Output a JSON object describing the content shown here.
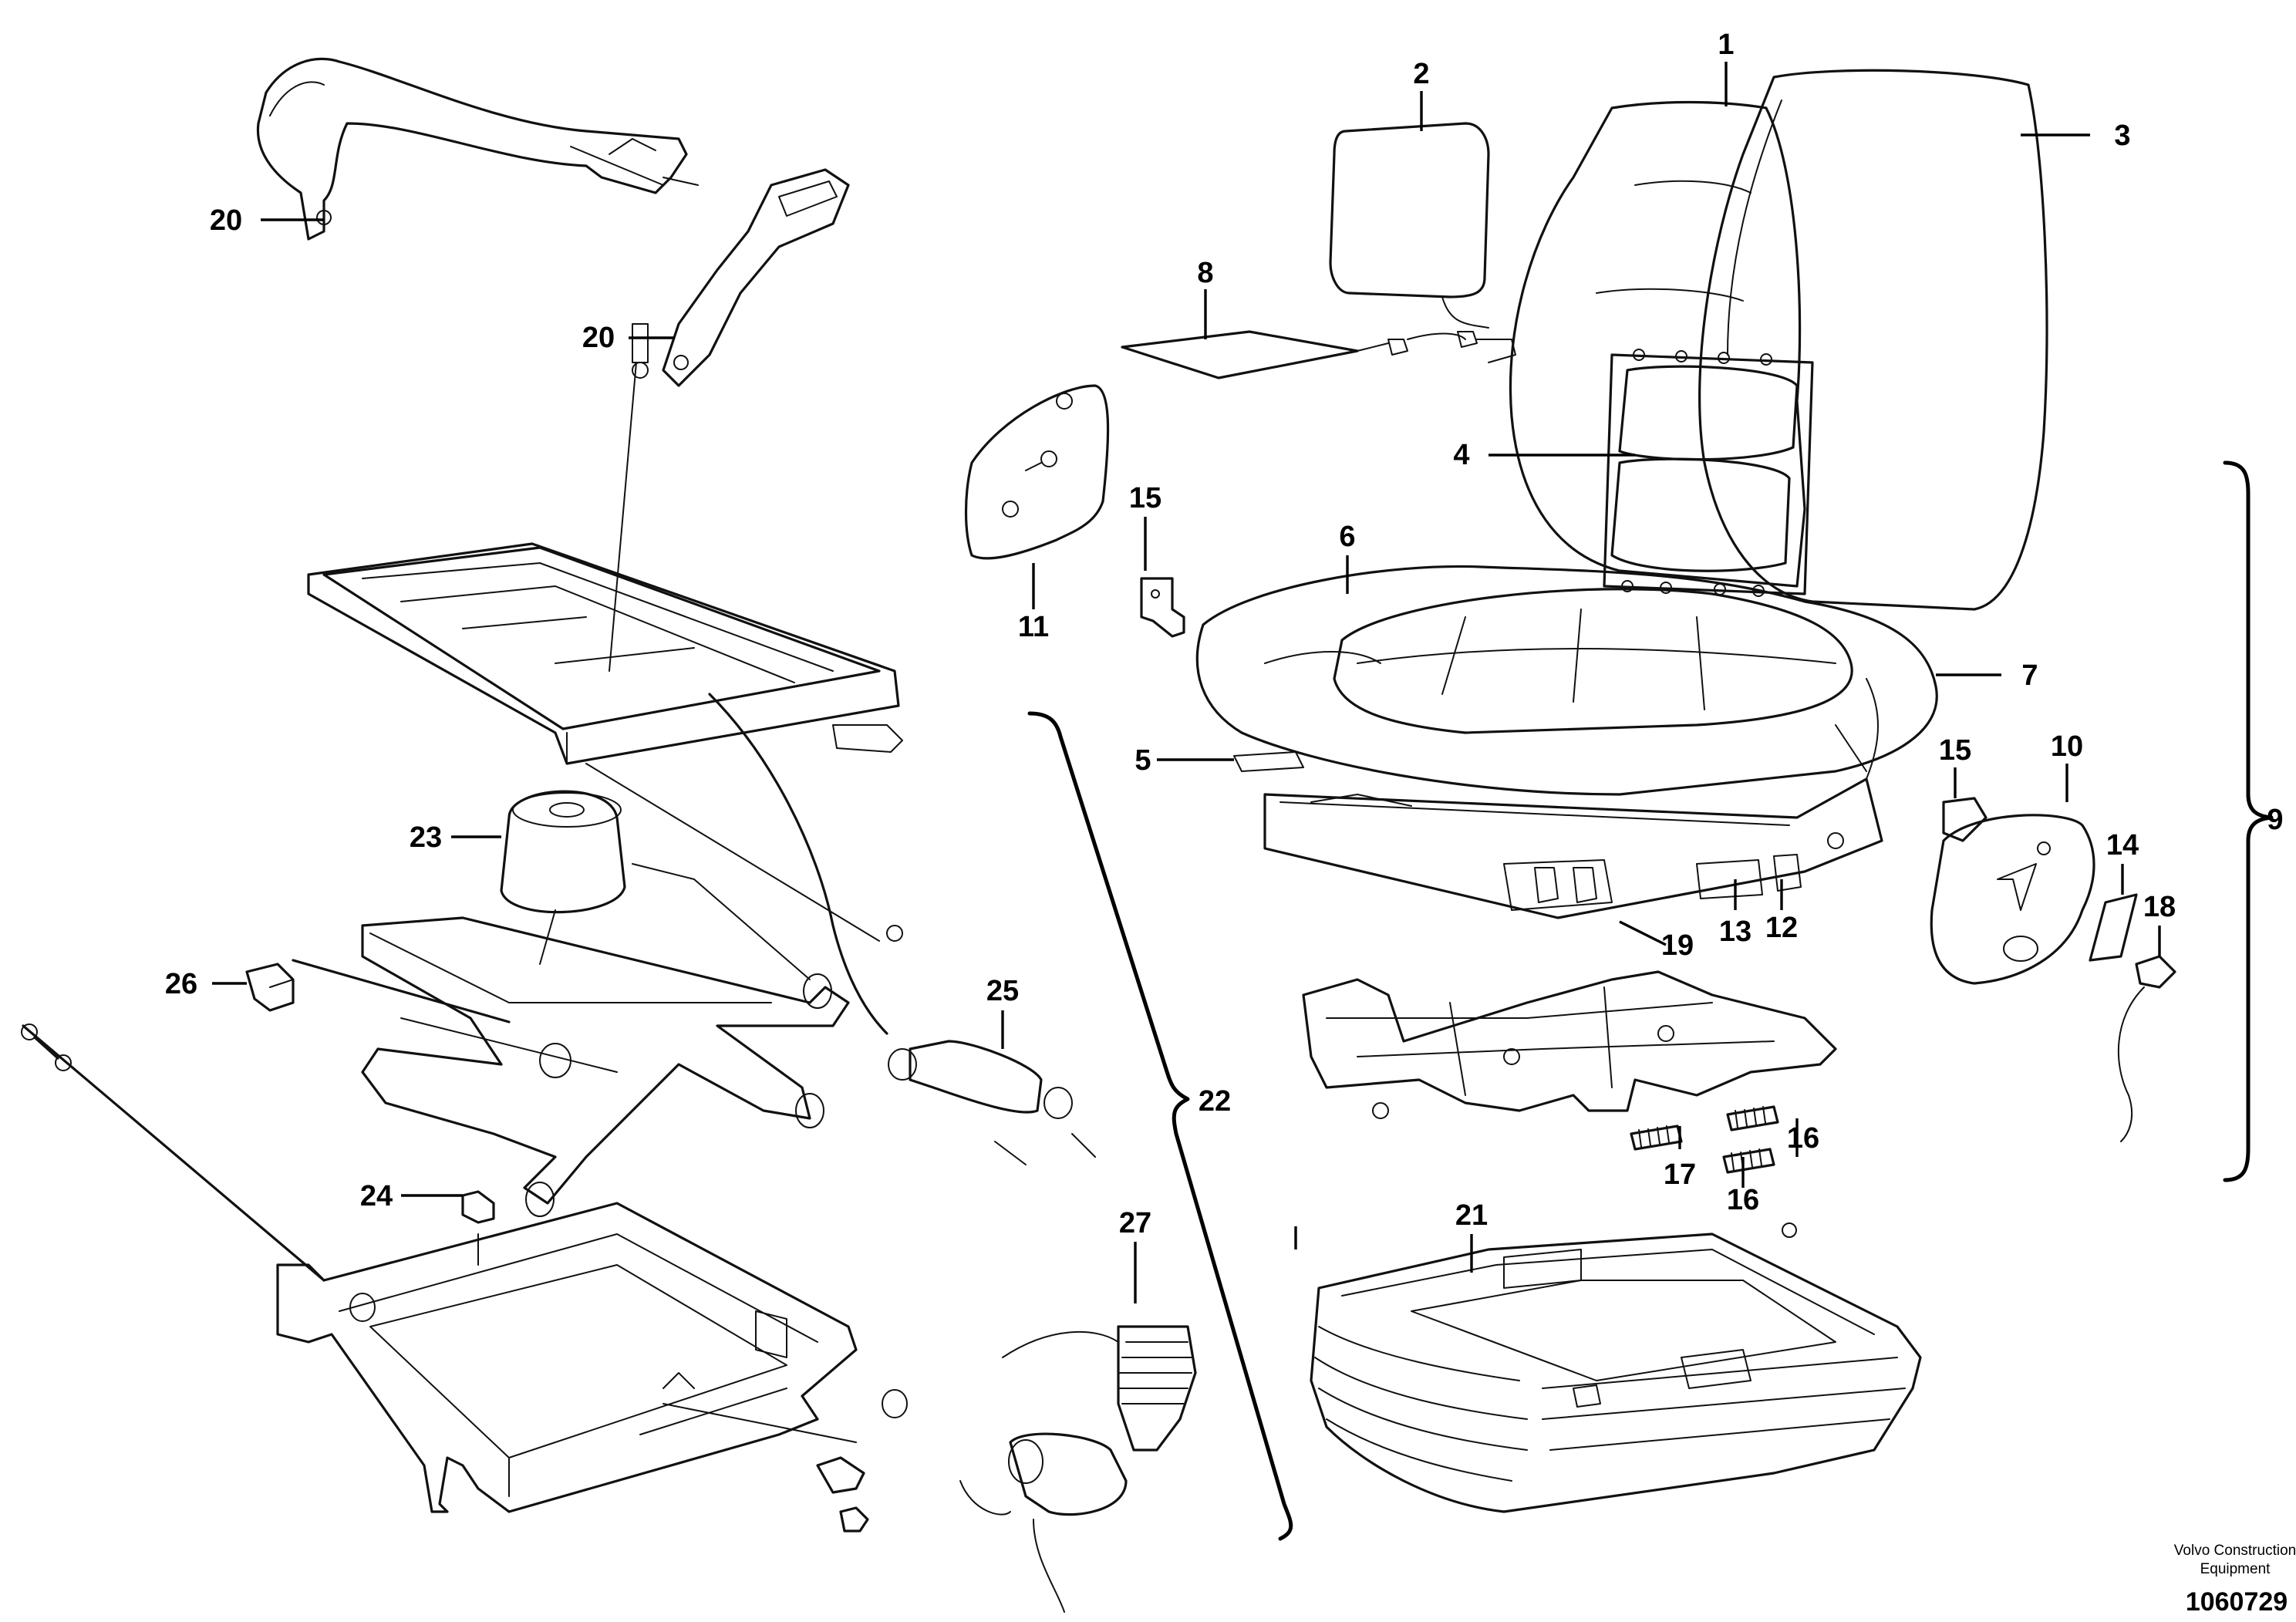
{
  "figure": {
    "callouts": [
      {
        "id": "c1",
        "text": "1"
      },
      {
        "id": "c2",
        "text": "2"
      },
      {
        "id": "c3",
        "text": "3"
      },
      {
        "id": "c4",
        "text": "4"
      },
      {
        "id": "c5",
        "text": "5"
      },
      {
        "id": "c6",
        "text": "6"
      },
      {
        "id": "c7",
        "text": "7"
      },
      {
        "id": "c8",
        "text": "8"
      },
      {
        "id": "c9",
        "text": "9"
      },
      {
        "id": "c10",
        "text": "10"
      },
      {
        "id": "c11",
        "text": "11"
      },
      {
        "id": "c12",
        "text": "12"
      },
      {
        "id": "c13",
        "text": "13"
      },
      {
        "id": "c14",
        "text": "14"
      },
      {
        "id": "c15a",
        "text": "15"
      },
      {
        "id": "c15b",
        "text": "15"
      },
      {
        "id": "c16a",
        "text": "16"
      },
      {
        "id": "c16b",
        "text": "16"
      },
      {
        "id": "c17",
        "text": "17"
      },
      {
        "id": "c18",
        "text": "18"
      },
      {
        "id": "c19",
        "text": "19"
      },
      {
        "id": "c20a",
        "text": "20"
      },
      {
        "id": "c20b",
        "text": "20"
      },
      {
        "id": "c21",
        "text": "21"
      },
      {
        "id": "c22",
        "text": "22"
      },
      {
        "id": "c23",
        "text": "23"
      },
      {
        "id": "c24",
        "text": "24"
      },
      {
        "id": "c25",
        "text": "25"
      },
      {
        "id": "c26",
        "text": "26"
      },
      {
        "id": "c27",
        "text": "27"
      }
    ]
  },
  "footer": {
    "brand_line1": "Volvo Construction",
    "brand_line2": "Equipment",
    "drawing_number": "1060729"
  }
}
